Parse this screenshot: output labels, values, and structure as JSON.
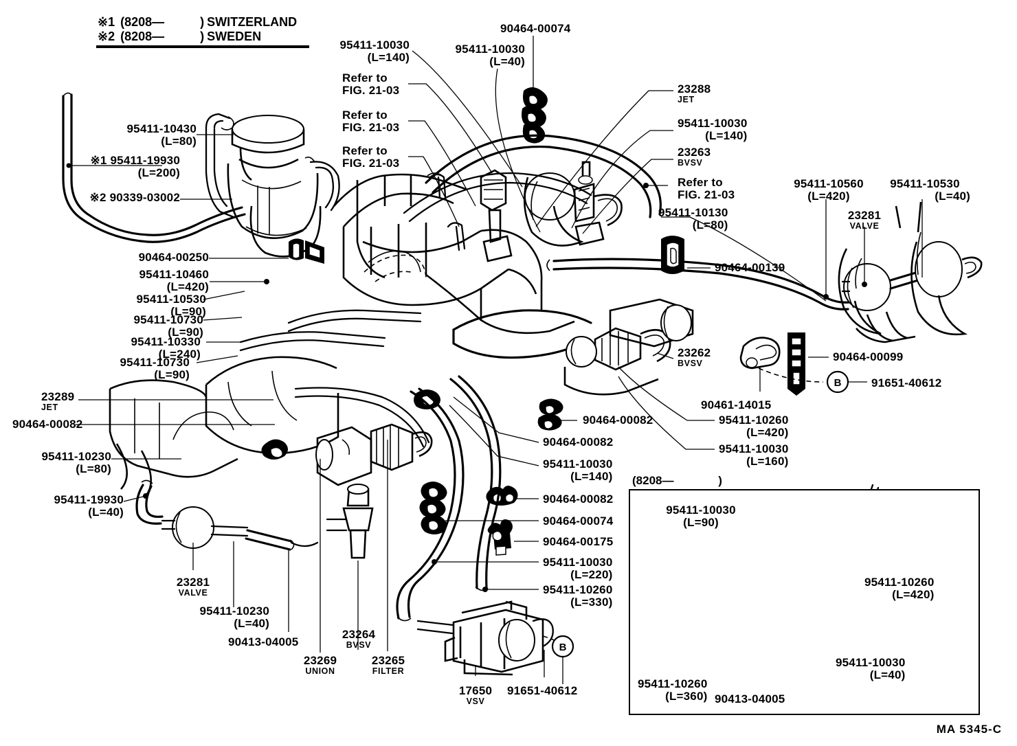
{
  "diagram": {
    "drawing_code": "MA  5345-C",
    "legend": {
      "rows": [
        {
          "mark": "※1",
          "range": "(8208—",
          "close": ")",
          "country": "SWITZERLAND"
        },
        {
          "mark": "※2",
          "range": "(8208—",
          "close": ")",
          "country": "SWEDEN"
        }
      ]
    },
    "inset": {
      "caption_open": "(8208—",
      "caption_close": ")",
      "labels": [
        {
          "part": "95411-10030",
          "len": "(L=90)"
        },
        {
          "part": "95411-10260",
          "len": "(L=420)"
        },
        {
          "part": "95411-10030",
          "len": "(L=40)"
        },
        {
          "part": "95411-10260",
          "len": "(L=360)"
        },
        {
          "part": "90413-04005",
          "len": ""
        }
      ]
    },
    "labels": [
      {
        "id": "l01",
        "part": "95411-10430",
        "len": "(L=80)",
        "sub": "",
        "mark": ""
      },
      {
        "id": "l02",
        "part": "95411-19930",
        "len": "(L=200)",
        "sub": "",
        "mark": "※1"
      },
      {
        "id": "l03",
        "part": "90339-03002",
        "len": "",
        "sub": "",
        "mark": "※2"
      },
      {
        "id": "l04",
        "part": "90464-00250",
        "len": "",
        "sub": "",
        "mark": ""
      },
      {
        "id": "l05",
        "part": "95411-10460",
        "len": "(L=420)",
        "sub": "",
        "mark": ""
      },
      {
        "id": "l06",
        "part": "95411-10530",
        "len": "(L=90)",
        "sub": "",
        "mark": ""
      },
      {
        "id": "l07",
        "part": "95411-10730",
        "len": "(L=90)",
        "sub": "",
        "mark": ""
      },
      {
        "id": "l08",
        "part": "95411-10330",
        "len": "(L=240)",
        "sub": "",
        "mark": ""
      },
      {
        "id": "l09",
        "part": "95411-10730",
        "len": "(L=90)",
        "sub": "",
        "mark": ""
      },
      {
        "id": "l10",
        "part": "23289",
        "len": "",
        "sub": "JET",
        "mark": ""
      },
      {
        "id": "l11",
        "part": "90464-00082",
        "len": "",
        "sub": "",
        "mark": ""
      },
      {
        "id": "l12",
        "part": "95411-10230",
        "len": "(L=80)",
        "sub": "",
        "mark": ""
      },
      {
        "id": "l13",
        "part": "95411-19930",
        "len": "(L=40)",
        "sub": "",
        "mark": ""
      },
      {
        "id": "l14",
        "part": "23281",
        "len": "",
        "sub": "VALVE",
        "mark": ""
      },
      {
        "id": "l15",
        "part": "95411-10230",
        "len": "(L=40)",
        "sub": "",
        "mark": ""
      },
      {
        "id": "l16",
        "part": "90413-04005",
        "len": "",
        "sub": "",
        "mark": ""
      },
      {
        "id": "l17",
        "part": "23269",
        "len": "",
        "sub": "UNION",
        "mark": ""
      },
      {
        "id": "l18",
        "part": "23264",
        "len": "",
        "sub": "BVSV",
        "mark": ""
      },
      {
        "id": "l19",
        "part": "23265",
        "len": "",
        "sub": "FILTER",
        "mark": ""
      },
      {
        "id": "l20",
        "part": "17650",
        "len": "",
        "sub": "VSV",
        "mark": ""
      },
      {
        "id": "l21",
        "part": "91651-40612",
        "len": "",
        "sub": "",
        "mark": ""
      },
      {
        "id": "l22",
        "part": "95411-10030",
        "len": "(L=140)",
        "sub": "",
        "mark": ""
      },
      {
        "id": "l23",
        "part": "Refer to",
        "len": "FIG. 21-03",
        "sub": "",
        "mark": ""
      },
      {
        "id": "l24",
        "part": "Refer to",
        "len": "FIG. 21-03",
        "sub": "",
        "mark": ""
      },
      {
        "id": "l25",
        "part": "Refer to",
        "len": "FIG. 21-03",
        "sub": "",
        "mark": ""
      },
      {
        "id": "l26",
        "part": "95411-10030",
        "len": "(L=40)",
        "sub": "",
        "mark": ""
      },
      {
        "id": "l27",
        "part": "90464-00074",
        "len": "",
        "sub": "",
        "mark": ""
      },
      {
        "id": "l28",
        "part": "23288",
        "len": "",
        "sub": "JET",
        "mark": ""
      },
      {
        "id": "l29",
        "part": "95411-10030",
        "len": "(L=140)",
        "sub": "",
        "mark": ""
      },
      {
        "id": "l30",
        "part": "23263",
        "len": "",
        "sub": "BVSV",
        "mark": ""
      },
      {
        "id": "l31",
        "part": "Refer to",
        "len": "FIG. 21-03",
        "sub": "",
        "mark": ""
      },
      {
        "id": "l32",
        "part": "95411-10130",
        "len": "(L=80)",
        "sub": "",
        "mark": ""
      },
      {
        "id": "l33",
        "part": "95411-10560",
        "len": "(L=420)",
        "sub": "",
        "mark": ""
      },
      {
        "id": "l34",
        "part": "95411-10530",
        "len": "(L=40)",
        "sub": "",
        "mark": ""
      },
      {
        "id": "l35",
        "part": "23281",
        "len": "",
        "sub": "VALVE",
        "mark": ""
      },
      {
        "id": "l36",
        "part": "90464-00139",
        "len": "",
        "sub": "",
        "mark": ""
      },
      {
        "id": "l37",
        "part": "23262",
        "len": "",
        "sub": "BVSV",
        "mark": ""
      },
      {
        "id": "l38",
        "part": "90464-00099",
        "len": "",
        "sub": "",
        "mark": ""
      },
      {
        "id": "l39",
        "part": "91651-40612",
        "len": "",
        "sub": "",
        "mark": ""
      },
      {
        "id": "l40",
        "part": "90461-14015",
        "len": "",
        "sub": "",
        "mark": ""
      },
      {
        "id": "l41",
        "part": "95411-10260",
        "len": "(L=420)",
        "sub": "",
        "mark": ""
      },
      {
        "id": "l42",
        "part": "95411-10030",
        "len": "(L=160)",
        "sub": "",
        "mark": ""
      },
      {
        "id": "l43",
        "part": "90464-00082",
        "len": "",
        "sub": "",
        "mark": ""
      },
      {
        "id": "l44",
        "part": "90464-00082",
        "len": "",
        "sub": "",
        "mark": ""
      },
      {
        "id": "l45",
        "part": "95411-10030",
        "len": "(L=140)",
        "sub": "",
        "mark": ""
      },
      {
        "id": "l46",
        "part": "90464-00082",
        "len": "",
        "sub": "",
        "mark": ""
      },
      {
        "id": "l47",
        "part": "90464-00074",
        "len": "",
        "sub": "",
        "mark": ""
      },
      {
        "id": "l48",
        "part": "90464-00175",
        "len": "",
        "sub": "",
        "mark": ""
      },
      {
        "id": "l49",
        "part": "95411-10030",
        "len": "(L=220)",
        "sub": "",
        "mark": ""
      },
      {
        "id": "l50",
        "part": "95411-10260",
        "len": "(L=330)",
        "sub": "",
        "mark": ""
      }
    ],
    "badges": [
      {
        "id": "badge-b-right",
        "letter": "B"
      },
      {
        "id": "badge-b-bottom",
        "letter": "B"
      }
    ]
  }
}
